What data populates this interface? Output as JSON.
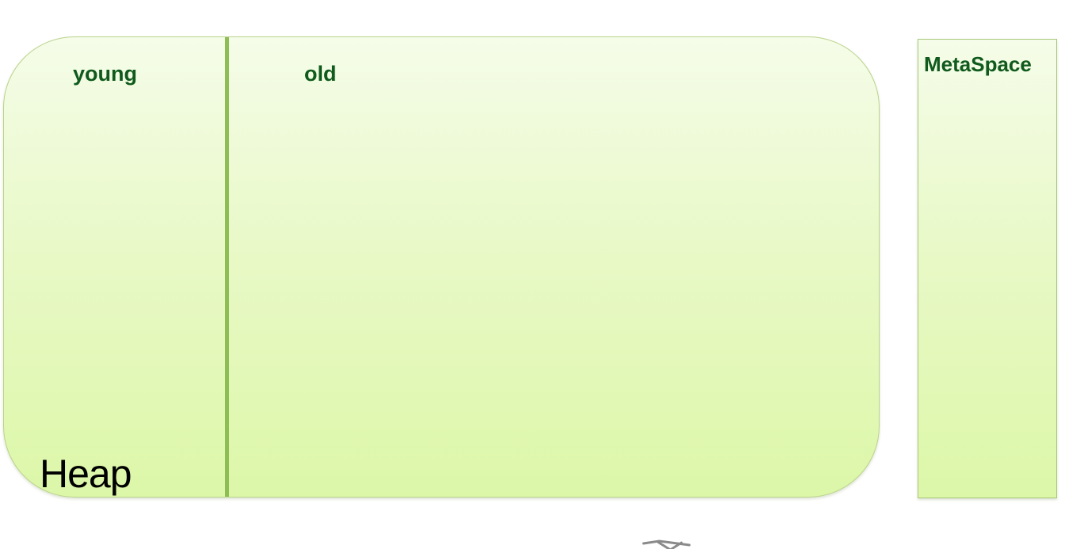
{
  "heap": {
    "young_label": "young",
    "old_label": "old",
    "title": "Heap"
  },
  "metaspace": {
    "label": "MetaSpace"
  },
  "colors": {
    "fill_top": "#f5fce9",
    "fill_bottom": "#dcf7a8",
    "border": "#b9d38a",
    "divider": "#8fbd55",
    "label_text": "#0f5a1c",
    "heap_text": "#000000"
  },
  "icons": {
    "bottom_glyph": "pencil-sketch-icon"
  }
}
